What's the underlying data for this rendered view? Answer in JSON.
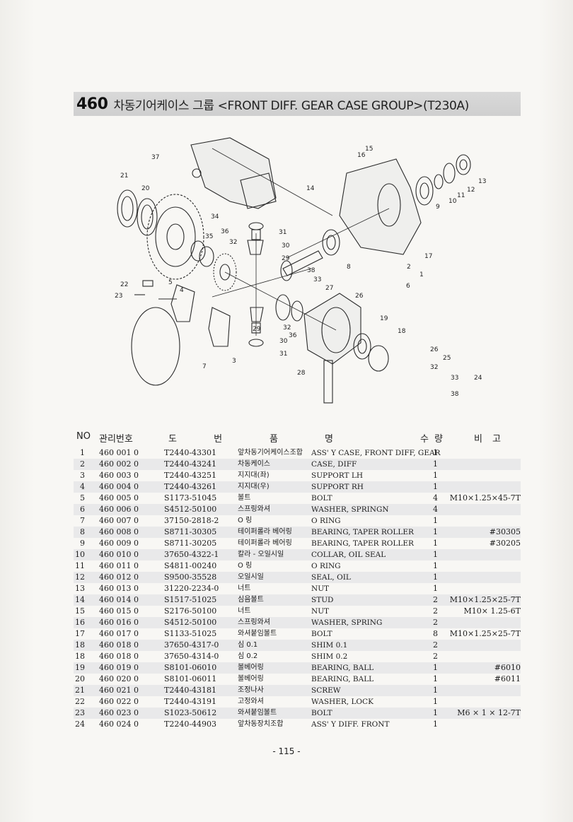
{
  "header": {
    "group_number": "460",
    "group_title": "차동기어케이스 그룹 <FRONT DIFF. GEAR CASE GROUP>(T230A)"
  },
  "diagram": {
    "callouts": [
      "15",
      "16",
      "37",
      "21",
      "20",
      "14",
      "13",
      "12",
      "11",
      "10",
      "9",
      "34",
      "31",
      "35",
      "36",
      "30",
      "32",
      "29",
      "38",
      "8",
      "17",
      "2",
      "1",
      "6",
      "22",
      "5",
      "4",
      "33",
      "27",
      "26",
      "23",
      "19",
      "18",
      "28",
      "7",
      "3",
      "29",
      "32",
      "30",
      "36",
      "31",
      "26",
      "25",
      "32",
      "33",
      "24",
      "38"
    ]
  },
  "table": {
    "headers": {
      "no": "NO",
      "mgmt": "관리번호",
      "drawing": "도 번",
      "name_a": "품",
      "name_b": "명",
      "qty": "수량",
      "remark": "비고"
    },
    "rows": [
      {
        "no": "1",
        "mgmt": "460 001 0",
        "dwg": "T2440-43301",
        "kr": "앞차동기어케이스조합",
        "en": "ASS' Y CASE, FRONT DIFF, GEAR",
        "qty": "1",
        "remark": ""
      },
      {
        "no": "2",
        "mgmt": "460 002 0",
        "dwg": "T2440-43241",
        "kr": "차동케이스",
        "en": "CASE, DIFF",
        "qty": "1",
        "remark": ""
      },
      {
        "no": "3",
        "mgmt": "460 003 0",
        "dwg": "T2440-43251",
        "kr": "지지대(좌)",
        "en": "SUPPORT LH",
        "qty": "1",
        "remark": ""
      },
      {
        "no": "4",
        "mgmt": "460 004 0",
        "dwg": "T2440-43261",
        "kr": "지지대(우)",
        "en": "SUPPORT RH",
        "qty": "1",
        "remark": ""
      },
      {
        "no": "5",
        "mgmt": "460 005 0",
        "dwg": "S1173-51045",
        "kr": "볼트",
        "en": "BOLT",
        "qty": "4",
        "remark": "M10×1.25×45-7T"
      },
      {
        "no": "6",
        "mgmt": "460 006 0",
        "dwg": "S4512-50100",
        "kr": "스프링와셔",
        "en": "WASHER, SPRINGN",
        "qty": "4",
        "remark": ""
      },
      {
        "no": "7",
        "mgmt": "460 007 0",
        "dwg": "37150-2818-2",
        "kr": "O 링",
        "en": "O RING",
        "qty": "1",
        "remark": ""
      },
      {
        "no": "8",
        "mgmt": "460 008 0",
        "dwg": "S8711-30305",
        "kr": "테이퍼롤라 베어링",
        "en": "BEARING, TAPER ROLLER",
        "qty": "1",
        "remark": "#30305"
      },
      {
        "no": "9",
        "mgmt": "460 009 0",
        "dwg": "S8711-30205",
        "kr": "테이퍼롤라 베어링",
        "en": "BEARING, TAPER ROLLER",
        "qty": "1",
        "remark": "#30205"
      },
      {
        "no": "10",
        "mgmt": "460 010 0",
        "dwg": "37650-4322-1",
        "kr": "칼라 - 오일시일",
        "en": "COLLAR, OIL SEAL",
        "qty": "1",
        "remark": ""
      },
      {
        "no": "11",
        "mgmt": "460 011 0",
        "dwg": "S4811-00240",
        "kr": "O 링",
        "en": "O RING",
        "qty": "1",
        "remark": ""
      },
      {
        "no": "12",
        "mgmt": "460 012 0",
        "dwg": "S9500-35528",
        "kr": "오일시일",
        "en": "SEAL, OIL",
        "qty": "1",
        "remark": ""
      },
      {
        "no": "13",
        "mgmt": "460 013 0",
        "dwg": "31220-2234-0",
        "kr": "너트",
        "en": "NUT",
        "qty": "1",
        "remark": ""
      },
      {
        "no": "14",
        "mgmt": "460 014 0",
        "dwg": "S1517-51025",
        "kr": "심음볼트",
        "en": "STUD",
        "qty": "2",
        "remark": "M10×1.25×25-7T"
      },
      {
        "no": "15",
        "mgmt": "460 015 0",
        "dwg": "S2176-50100",
        "kr": "너트",
        "en": "NUT",
        "qty": "2",
        "remark": "M10× 1.25-6T"
      },
      {
        "no": "16",
        "mgmt": "460 016 0",
        "dwg": "S4512-50100",
        "kr": "스프링와셔",
        "en": "WASHER, SPRING",
        "qty": "2",
        "remark": ""
      },
      {
        "no": "17",
        "mgmt": "460 017 0",
        "dwg": "S1133-51025",
        "kr": "와셔붙임볼트",
        "en": "BOLT",
        "qty": "8",
        "remark": "M10×1.25×25-7T"
      },
      {
        "no": "18",
        "mgmt": "460 018 0",
        "dwg": "37650-4317-0",
        "kr": "심 0.1",
        "en": "SHIM 0.1",
        "qty": "2",
        "remark": ""
      },
      {
        "no": "18",
        "mgmt": "460 018 0",
        "dwg": "37650-4314-0",
        "kr": "심 0.2",
        "en": "SHIM 0.2",
        "qty": "2",
        "remark": ""
      },
      {
        "no": "19",
        "mgmt": "460 019 0",
        "dwg": "S8101-06010",
        "kr": "볼베어링",
        "en": "BEARING, BALL",
        "qty": "1",
        "remark": "#6010"
      },
      {
        "no": "20",
        "mgmt": "460 020 0",
        "dwg": "S8101-06011",
        "kr": "볼베어링",
        "en": "BEARING, BALL",
        "qty": "1",
        "remark": "#6011"
      },
      {
        "no": "21",
        "mgmt": "460 021 0",
        "dwg": "T2440-43181",
        "kr": "조정나사",
        "en": "SCREW",
        "qty": "1",
        "remark": ""
      },
      {
        "no": "22",
        "mgmt": "460 022 0",
        "dwg": "T2440-43191",
        "kr": "고정와셔",
        "en": "WASHER, LOCK",
        "qty": "1",
        "remark": ""
      },
      {
        "no": "23",
        "mgmt": "460 023 0",
        "dwg": "S1023-50612",
        "kr": "와셔붙임볼트",
        "en": "BOLT",
        "qty": "1",
        "remark": "M6 × 1 × 12-7T"
      },
      {
        "no": "24",
        "mgmt": "460 024 0",
        "dwg": "T2240-44903",
        "kr": "앞차동장치조합",
        "en": "ASS' Y DIFF. FRONT",
        "qty": "1",
        "remark": ""
      }
    ]
  },
  "footer": {
    "page_number": "- 115 -"
  }
}
